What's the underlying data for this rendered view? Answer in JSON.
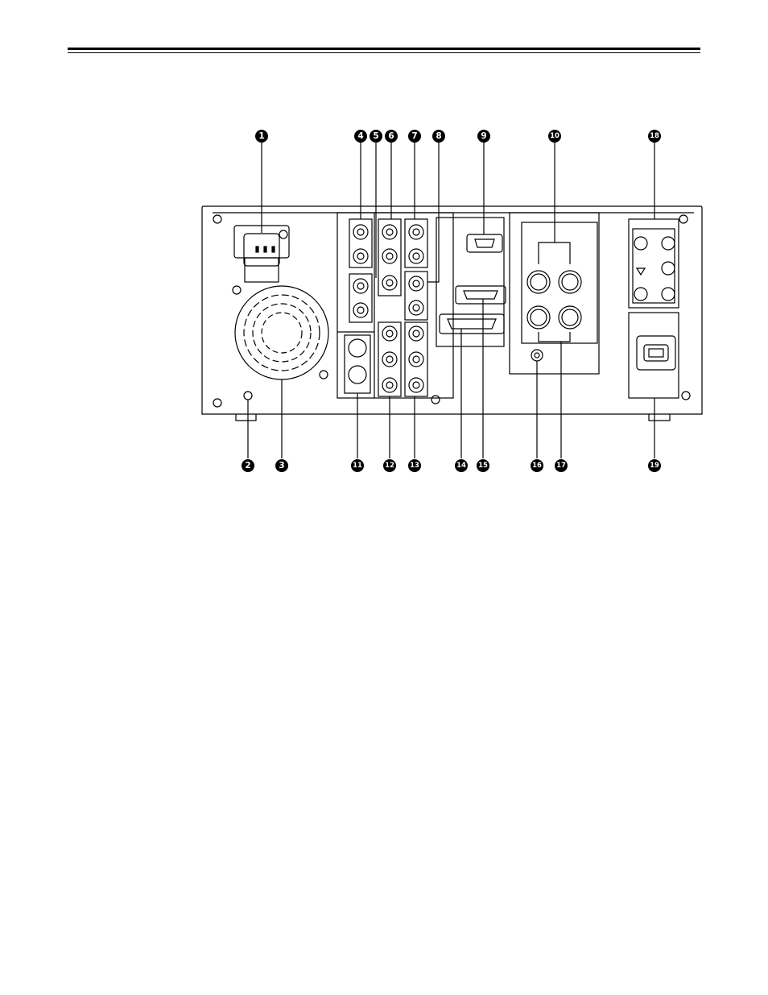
{
  "callouts_top": [
    "1",
    "4",
    "5",
    "6",
    "7",
    "8",
    "9",
    "10",
    "18"
  ],
  "callouts_bottom": [
    "2",
    "3",
    "11",
    "12",
    "13",
    "14",
    "15",
    "16",
    "17",
    "19"
  ],
  "colors": {
    "line": "#000000",
    "background": "#ffffff"
  }
}
